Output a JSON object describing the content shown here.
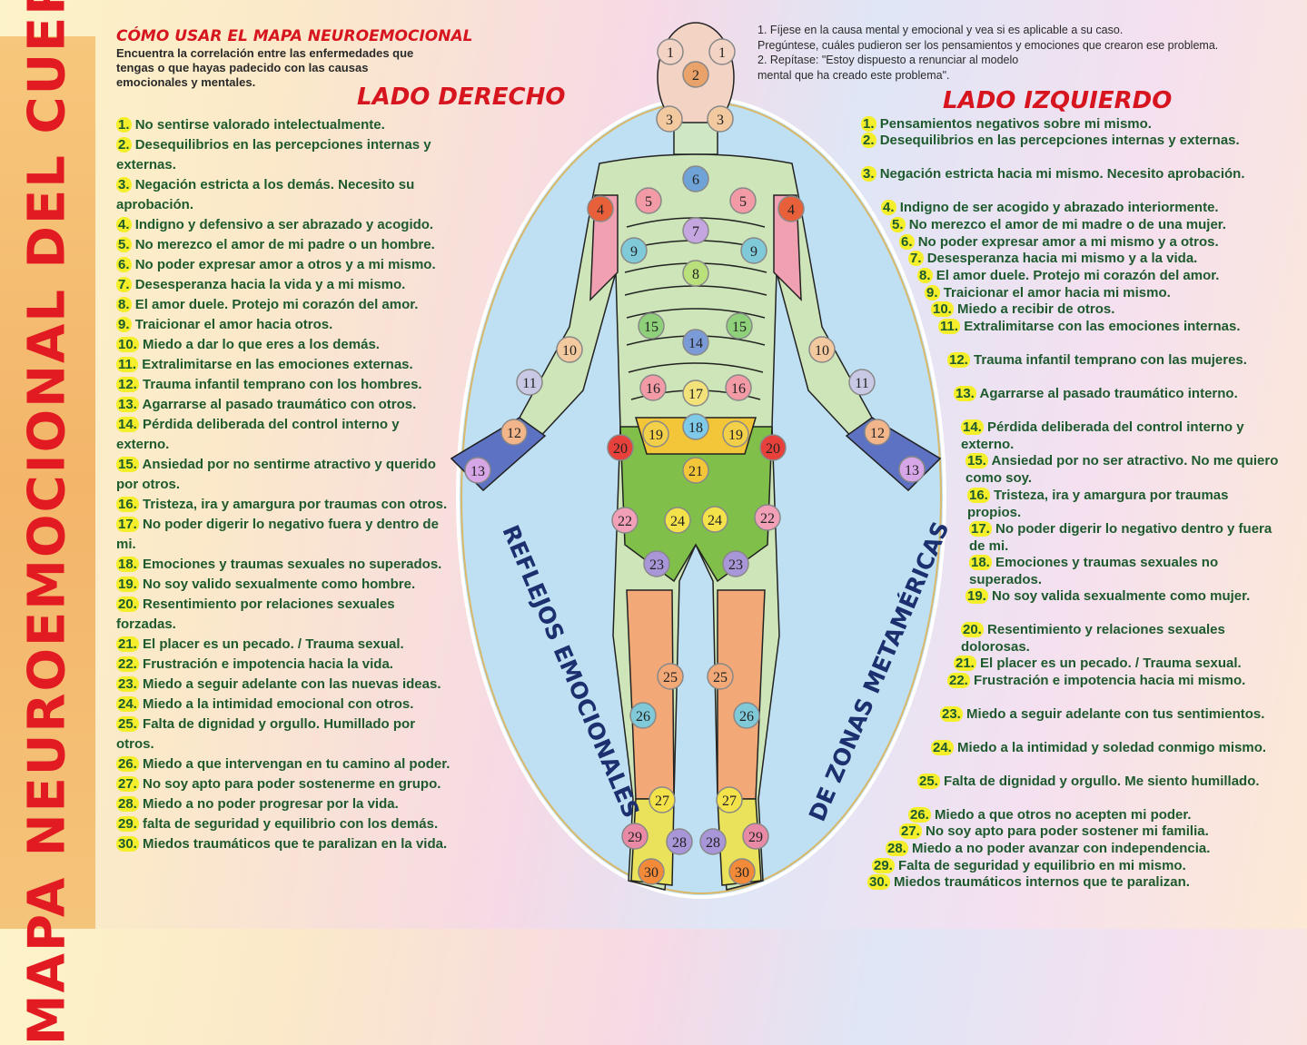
{
  "title": "MAPA NEUROEMOCIONAL DEL CUERPO",
  "howto": {
    "title": "CÓMO USAR EL MAPA NEUROEMOCIONAL",
    "text": "Encuentra la correlación entre las enfermedades que tengas o que hayas padecido con las causas emocionales y mentales."
  },
  "instructions": [
    "1. Fíjese en la causa mental y emocional y vea si es aplicable a su caso.",
    "Pregúntese, cuáles pudieron ser los pensamientos y emociones que crearon ese problema.",
    "2. Repítase: \"Estoy dispuesto a renunciar al modelo",
    "mental que ha creado este problema\"."
  ],
  "oval_left_text": "REFLEJOS EMOCIONALES",
  "oval_right_text": "DE ZONAS METAMÉRICAS",
  "right_side": {
    "heading": "LADO DERECHO",
    "items": [
      {
        "n": "1.",
        "t": "No sentirse valorado intelectualmente."
      },
      {
        "n": "2.",
        "t": "Desequilibrios en las percepciones internas y externas."
      },
      {
        "n": "3.",
        "t": "Negación estricta a los demás. Necesito su aprobación."
      },
      {
        "n": "4.",
        "t": "Indigno y defensivo a ser abrazado y acogido."
      },
      {
        "n": "5.",
        "t": "No merezco el amor de mi padre o un hombre."
      },
      {
        "n": "6.",
        "t": "No poder expresar amor a otros y a mi mismo."
      },
      {
        "n": "7.",
        "t": "Desesperanza hacia la vida y a mi mismo."
      },
      {
        "n": "8.",
        "t": "El amor duele. Protejo mi corazón del amor."
      },
      {
        "n": "9.",
        "t": "Traicionar el amor hacia otros."
      },
      {
        "n": "10.",
        "t": "Miedo a dar lo que eres a los demás."
      },
      {
        "n": "11.",
        "t": "Extralimitarse en las emociones externas."
      },
      {
        "n": "12.",
        "t": "Trauma infantil temprano con los hombres."
      },
      {
        "n": "13.",
        "t": "Agarrarse al pasado traumático con otros."
      },
      {
        "n": "14.",
        "t": "Pérdida deliberada del control interno y externo."
      },
      {
        "n": "15.",
        "t": "Ansiedad por no sentirme atractivo y querido por otros."
      },
      {
        "n": "16.",
        "t": "Tristeza, ira y amargura por traumas con otros."
      },
      {
        "n": "17.",
        "t": "No poder digerir lo negativo fuera y dentro de mi."
      },
      {
        "n": "18.",
        "t": "Emociones y traumas sexuales no superados."
      },
      {
        "n": "19.",
        "t": "No soy valido sexualmente como hombre."
      },
      {
        "n": "20.",
        "t": "Resentimiento por relaciones sexuales forzadas."
      },
      {
        "n": "21.",
        "t": "El placer es un pecado. / Trauma sexual."
      },
      {
        "n": "22.",
        "t": "Frustración e impotencia hacia la vida."
      },
      {
        "n": "23.",
        "t": "Miedo a seguir adelante con las nuevas ideas."
      },
      {
        "n": "24.",
        "t": "Miedo a la intimidad emocional con otros."
      },
      {
        "n": "25.",
        "t": "Falta de dignidad y orgullo. Humillado por otros."
      },
      {
        "n": "26.",
        "t": "Miedo a que intervengan en tu camino al poder."
      },
      {
        "n": "27.",
        "t": "No soy apto para poder sostenerme en grupo."
      },
      {
        "n": "28.",
        "t": "Miedo a no poder progresar por la vida."
      },
      {
        "n": "29.",
        "t": "falta de seguridad y equilibrio con los demás."
      },
      {
        "n": "30.",
        "t": "Miedos traumáticos que te paralizan en la vida."
      }
    ]
  },
  "left_side": {
    "heading": "LADO IZQUIERDO",
    "items": [
      {
        "n": "1.",
        "t": "Pensamientos negativos sobre mi mismo."
      },
      {
        "n": "2.",
        "t": "Desequilibrios en las percepciones internas y externas."
      },
      {
        "n": "3.",
        "t": "Negación estricta hacia mi mismo. Necesito aprobación."
      },
      {
        "n": "4.",
        "t": "Indigno de ser acogido y abrazado interiormente."
      },
      {
        "n": "5.",
        "t": "No merezco el amor de mi madre o de una mujer."
      },
      {
        "n": "6.",
        "t": "No poder expresar amor a mi mismo y a otros."
      },
      {
        "n": "7.",
        "t": "Desesperanza hacia mi mismo y a la vida."
      },
      {
        "n": "8.",
        "t": "El amor duele. Protejo mi corazón del amor."
      },
      {
        "n": "9.",
        "t": "Traicionar el amor hacia mi mismo."
      },
      {
        "n": "10.",
        "t": "Miedo a recibir de otros."
      },
      {
        "n": "11.",
        "t": "Extralimitarse con las emociones internas."
      },
      {
        "n": "12.",
        "t": "Trauma infantil temprano con las mujeres."
      },
      {
        "n": "13.",
        "t": "Agarrarse al pasado traumático interno."
      },
      {
        "n": "14.",
        "t": "Pérdida deliberada del control interno y externo."
      },
      {
        "n": "15.",
        "t": "Ansiedad por no ser atractivo. No me quiero como soy."
      },
      {
        "n": "16.",
        "t": "Tristeza, ira y amargura por traumas propios."
      },
      {
        "n": "17.",
        "t": "No poder digerir lo negativo dentro y fuera de mi."
      },
      {
        "n": "18.",
        "t": "Emociones y traumas sexuales no superados."
      },
      {
        "n": "19.",
        "t": "No soy valida sexualmente como mujer."
      },
      {
        "n": "20.",
        "t": "Resentimiento y relaciones sexuales dolorosas."
      },
      {
        "n": "21.",
        "t": "El placer es un pecado. / Trauma sexual."
      },
      {
        "n": "22.",
        "t": "Frustración e impotencia hacia mi mismo."
      },
      {
        "n": "23.",
        "t": "Miedo a seguir adelante con tus sentimientos."
      },
      {
        "n": "24.",
        "t": "Miedo a la intimidad y soledad conmigo mismo."
      },
      {
        "n": "25.",
        "t": "Falta de dignidad y orgullo. Me siento humillado."
      },
      {
        "n": "26.",
        "t": "Miedo a que otros no acepten mi poder."
      },
      {
        "n": "27.",
        "t": "No soy apto para poder sostener mi familia."
      },
      {
        "n": "28.",
        "t": "Miedo a no poder avanzar con independencia."
      },
      {
        "n": "29.",
        "t": "Falta de seguridad y equilibrio en mi mismo."
      },
      {
        "n": "30.",
        "t": "Miedos traumáticos internos que te paralizan."
      }
    ]
  },
  "body_markers": [
    "1",
    "1",
    "2",
    "3",
    "3",
    "6",
    "5",
    "5",
    "4",
    "4",
    "7",
    "9",
    "9",
    "8",
    "15",
    "15",
    "14",
    "10",
    "10",
    "11",
    "11",
    "16",
    "16",
    "17",
    "18",
    "19",
    "19",
    "12",
    "12",
    "20",
    "20",
    "13",
    "13",
    "21",
    "22",
    "22",
    "24",
    "24",
    "23",
    "23",
    "25",
    "25",
    "26",
    "26",
    "27",
    "27",
    "29",
    "29",
    "28",
    "28",
    "30",
    "30"
  ],
  "colors": {
    "title": "#e21b23",
    "text": "#1e5a2e",
    "badge": "#f4ef2a",
    "oval": "#bfe0f2",
    "navy": "#1c2f6e"
  }
}
